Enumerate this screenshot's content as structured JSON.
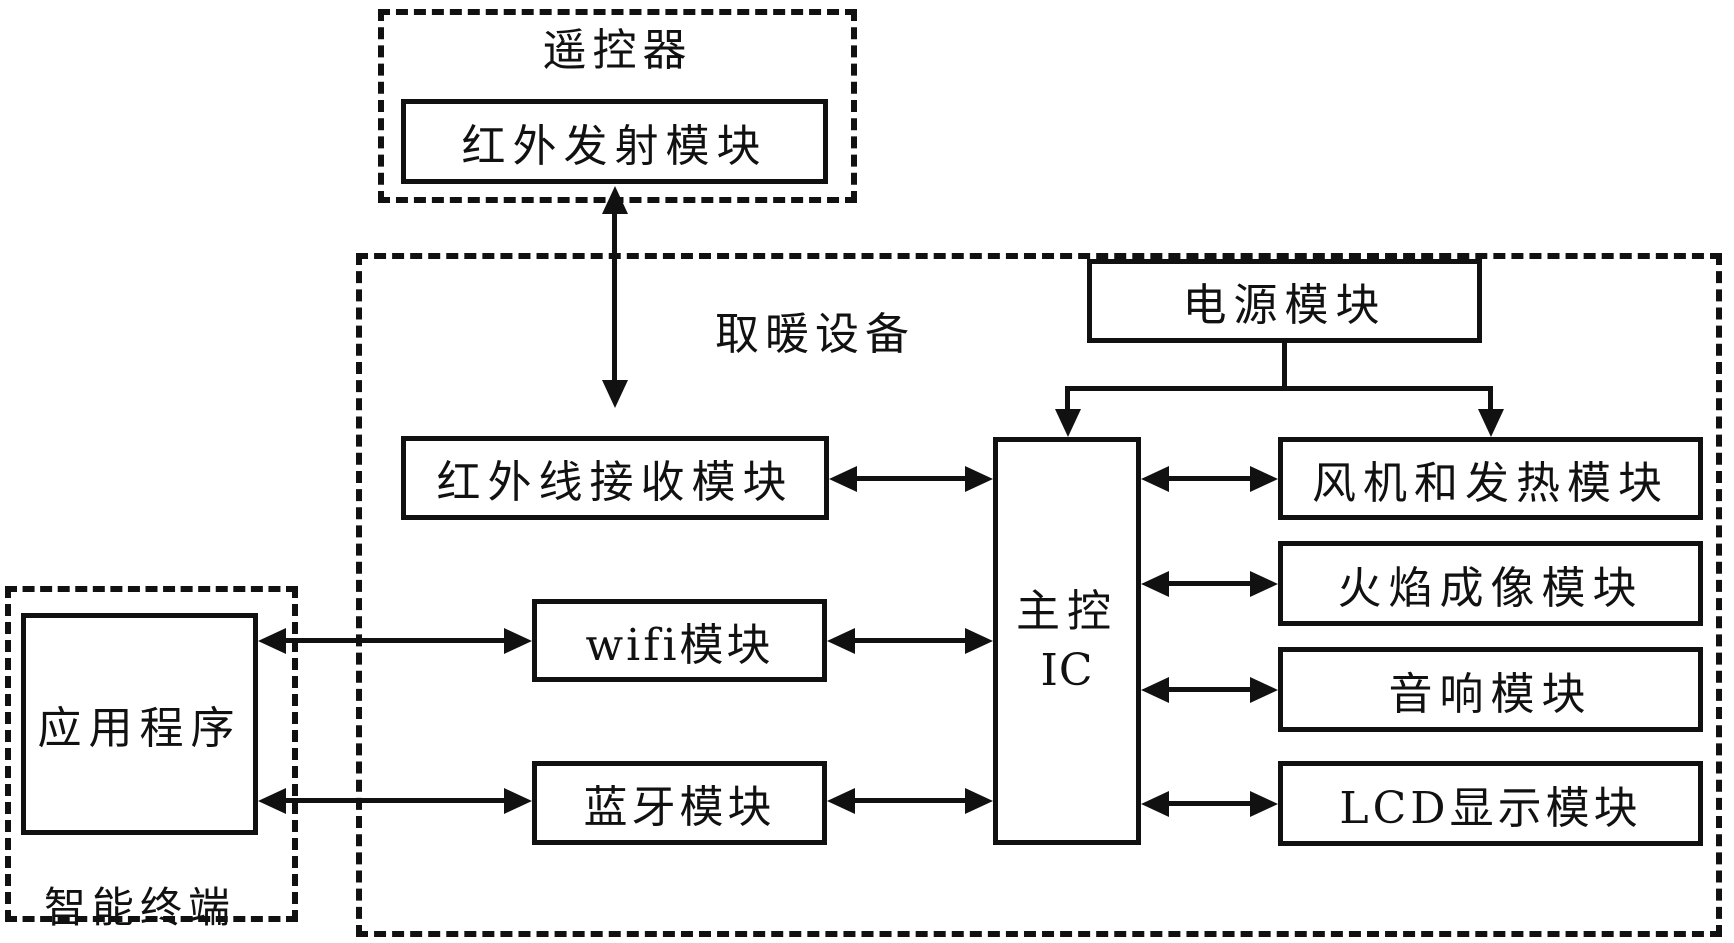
{
  "remote": {
    "label": "遥控器",
    "modules": {
      "ir_tx": "红外发射模块"
    }
  },
  "heater": {
    "label": "取暖设备",
    "modules": {
      "power": "电源模块",
      "ir_rx": "红外线接收模块",
      "wifi": "wifi模块",
      "bluetooth": "蓝牙模块",
      "ic_line1": "主控",
      "ic_line2": "IC",
      "fan_heat": "风机和发热模块",
      "flame": "火焰成像模块",
      "audio": "音响模块",
      "lcd": "LCD显示模块"
    }
  },
  "terminal": {
    "label": "智能终端",
    "modules": {
      "app": "应用程序"
    }
  },
  "colors": {
    "ink": "#111111",
    "background": "#ffffff"
  }
}
